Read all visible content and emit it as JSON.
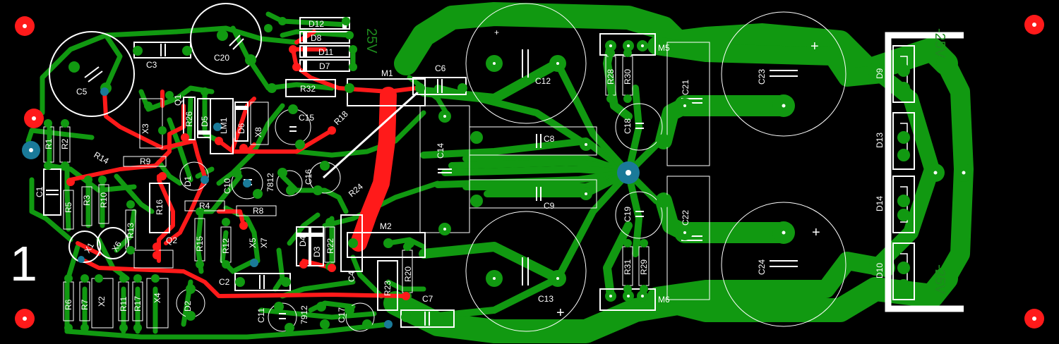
{
  "board": {
    "big_label": "1",
    "side_labels": {
      "top": "25V",
      "right_top": "-25V",
      "right_bottom": "-25V"
    },
    "colors": {
      "background": "#000000",
      "copper_bottom": "#119911",
      "copper_top": "#ff1a1a",
      "silkscreen": "#ffffff",
      "via": "#1a7a99"
    }
  },
  "components": {
    "C1": "C1",
    "C2": "C2",
    "C3": "C3",
    "C4": "C4",
    "C5": "C5",
    "C6": "C6",
    "C7": "C7",
    "C8": "C8",
    "C9": "C9",
    "C10": "C10",
    "C11": "C11",
    "C12": "C12",
    "C13": "C13",
    "C14": "C14",
    "C15": "C15",
    "C16": "C16",
    "C17": "C17",
    "C18": "C18",
    "C19": "C19",
    "C20": "C20",
    "C21": "C21",
    "C22": "C22",
    "C23": "C23",
    "C24": "C24",
    "R1": "R1",
    "R2": "R2",
    "R3": "R3",
    "R4": "R4",
    "R5": "R5",
    "R6": "R6",
    "R7": "R7",
    "R8": "R8",
    "R9": "R9",
    "R10": "R10",
    "R11": "R11",
    "R12": "R12",
    "R13": "R13",
    "R14": "R14",
    "R15": "R15",
    "R16": "R16",
    "R17": "R17",
    "R18": "R18",
    "R20": "R20",
    "R22": "R22",
    "R23": "R23",
    "R24": "R24",
    "R26": "R26",
    "R28": "R28",
    "R29": "R29",
    "R30": "R30",
    "R31": "R31",
    "R32": "R32",
    "D1": "D1",
    "D2": "D2",
    "D3": "D3",
    "D4": "D4",
    "D5": "D5",
    "D6": "D6",
    "D7": "D7",
    "D8": "D8",
    "D9": "D9",
    "D10": "D10",
    "D11": "D11",
    "D12": "D12",
    "D13": "D13",
    "D14": "D14",
    "Q1": "Q1",
    "Q2": "Q2",
    "X1": "X1",
    "X2": "X2",
    "X3": "X3",
    "X4": "X4",
    "X5": "X5",
    "X6": "X6",
    "X7": "X7",
    "X8": "X8",
    "M1": "M1",
    "M2": "M2",
    "M5": "M5",
    "M6": "M6",
    "U7812": "7812",
    "U7912": "7912",
    "LM": "LM1"
  }
}
